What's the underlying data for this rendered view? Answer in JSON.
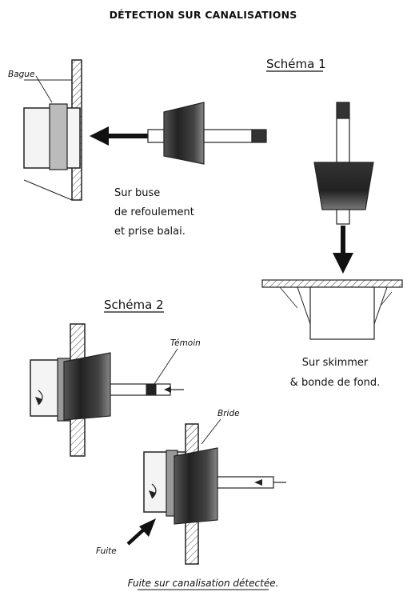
{
  "title": "DÉTECTION SUR CANALISATIONS",
  "schema1": {
    "heading": "Schéma 1",
    "caption_left": [
      "Sur buse",
      "de refoulement",
      "et prise balai."
    ],
    "caption_right": [
      "Sur skimmer",
      "& bonde de fond."
    ],
    "label_bague": "Bague"
  },
  "schema2": {
    "heading": "Schéma 2",
    "label_temoin": "Témoin",
    "label_bride": "Bride",
    "label_fuite": "Fuite"
  },
  "footer": "Fuite sur canalisation détectée."
}
